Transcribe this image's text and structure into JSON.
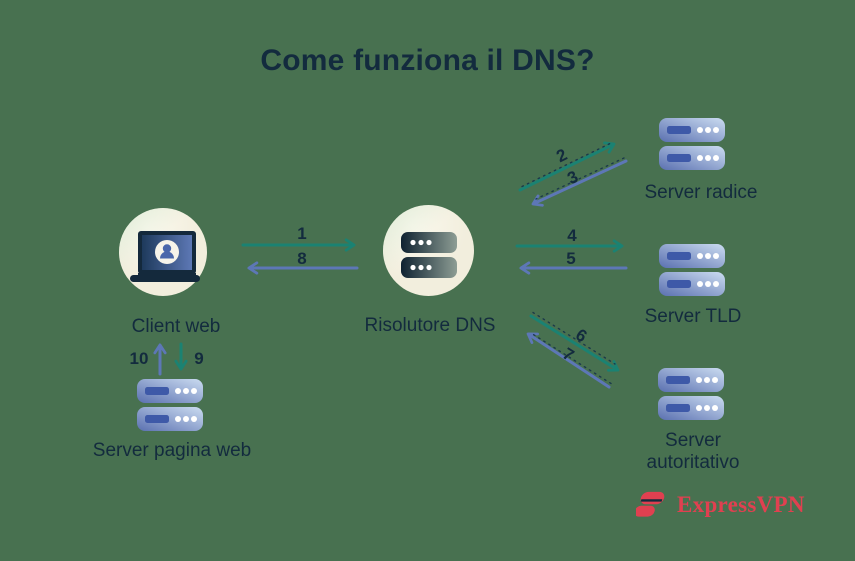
{
  "title": "Come funziona il DNS?",
  "nodes": {
    "client": {
      "label": "Client web"
    },
    "resolver": {
      "label": "Risolutore DNS"
    },
    "root": {
      "label": "Server radice"
    },
    "tld": {
      "label": "Server TLD"
    },
    "authoritative": {
      "label": "Server autoritativo"
    },
    "webpage": {
      "label": "Server pagina web"
    }
  },
  "arrows": [
    {
      "num": "1",
      "from": "Client web",
      "to": "Risolutore DNS",
      "color": "teal"
    },
    {
      "num": "2",
      "from": "Risolutore DNS",
      "to": "Server radice",
      "color": "teal"
    },
    {
      "num": "3",
      "from": "Server radice",
      "to": "Risolutore DNS",
      "color": "blue"
    },
    {
      "num": "4",
      "from": "Risolutore DNS",
      "to": "Server TLD",
      "color": "teal"
    },
    {
      "num": "5",
      "from": "Server TLD",
      "to": "Risolutore DNS",
      "color": "blue"
    },
    {
      "num": "6",
      "from": "Risolutore DNS",
      "to": "Server autoritativo",
      "color": "teal"
    },
    {
      "num": "7",
      "from": "Server autoritativo",
      "to": "Risolutore DNS",
      "color": "blue"
    },
    {
      "num": "8",
      "from": "Risolutore DNS",
      "to": "Client web",
      "color": "blue"
    },
    {
      "num": "9",
      "from": "Client web",
      "to": "Server pagina web",
      "color": "teal"
    },
    {
      "num": "10",
      "from": "Server pagina web",
      "to": "Client web",
      "color": "blue"
    }
  ],
  "brand": {
    "name": "ExpressVPN"
  },
  "colors": {
    "background": "#487150",
    "navy": "#132b3e",
    "teal": "#1b8272",
    "blue": "#5d77b6",
    "cream": "#f2eedd",
    "red": "#e04050"
  }
}
